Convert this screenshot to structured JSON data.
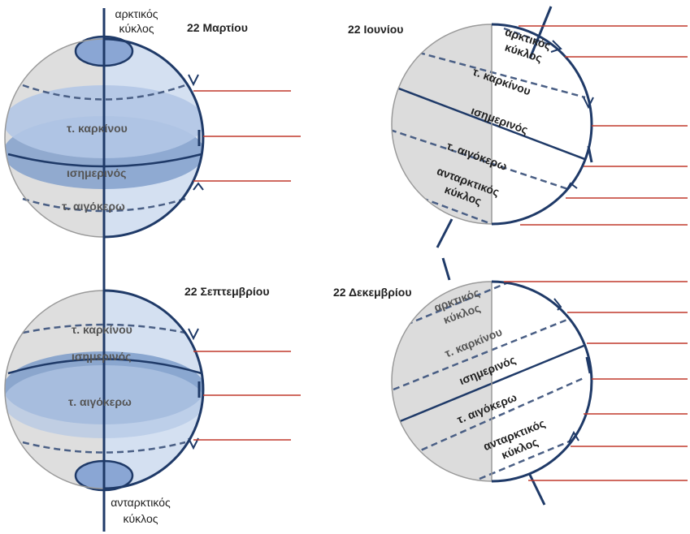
{
  "colors": {
    "sun_ray": "#c0392b",
    "globe_outline": "#1f3a68",
    "dashed_line": "#4a5f85",
    "night_side": "#dcdcdc",
    "day_side_blue": "#b8cbe6",
    "equator_fill": "#6e8fc2",
    "polar_cap": "#8aa6d4"
  },
  "panels": {
    "march": {
      "date": "22 Μαρτίου",
      "arctic_line1": "αρκτικός",
      "arctic_line2": "κύκλος",
      "cancer": "τ. καρκίνου",
      "equator": "ισημερινός",
      "capricorn": "τ. αιγόκερω"
    },
    "june": {
      "date": "22 Ιουνίου",
      "arctic_line1": "αρκτικός",
      "arctic_line2": "κύκλος",
      "cancer": "τ. καρκίνου",
      "equator": "ισημερινός",
      "capricorn": "τ. αιγόκερω",
      "antarctic_line1": "ανταρκτικός",
      "antarctic_line2": "κύκλος"
    },
    "september": {
      "date": "22 Σεπτεμβρίου",
      "cancer": "τ. καρκίνου",
      "equator": "ισημερινός",
      "capricorn": "τ. αιγόκερω",
      "antarctic_line1": "ανταρκτικός",
      "antarctic_line2": "κύκλος"
    },
    "december": {
      "date": "22 Δεκεμβρίου",
      "arctic_line1": "αρκτικός",
      "arctic_line2": "κύκλος",
      "cancer": "τ. καρκίνου",
      "equator": "ισημερινός",
      "capricorn": "τ. αιγόκερω",
      "antarctic_line1": "ανταρκτικός",
      "antarctic_line2": "κύκλος"
    }
  }
}
